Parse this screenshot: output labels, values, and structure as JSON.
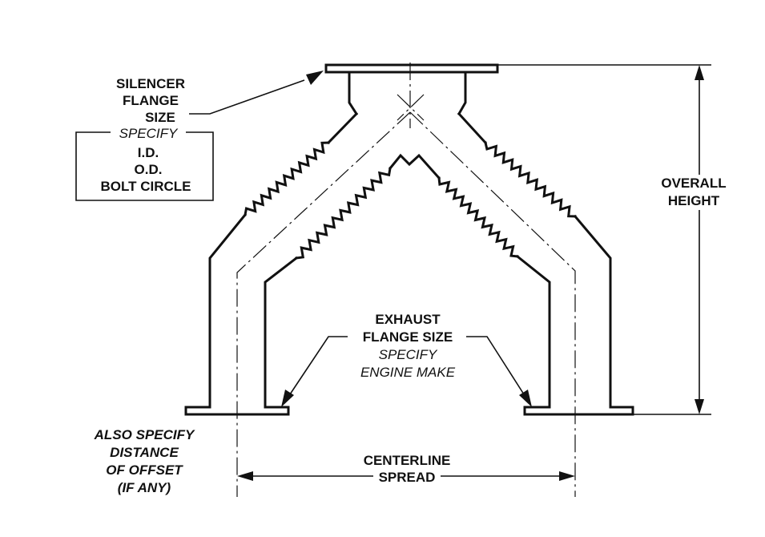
{
  "labels": {
    "silencer_flange_line1": "SILENCER",
    "silencer_flange_line2": "FLANGE",
    "silencer_flange_line3": "SIZE",
    "specify": "SPECIFY",
    "id": "I.D.",
    "od": "O.D.",
    "bolt_circle": "BOLT CIRCLE",
    "overall_height_line1": "OVERALL",
    "overall_height_line2": "HEIGHT",
    "exhaust_line1": "EXHAUST",
    "exhaust_line2": "FLANGE SIZE",
    "exhaust_specify": "SPECIFY",
    "engine_make": "ENGINE MAKE",
    "offset_line1": "ALSO SPECIFY",
    "offset_line2": "DISTANCE",
    "offset_line3": "OF OFFSET",
    "offset_line4": "(IF ANY)",
    "centerline_line1": "CENTERLINE",
    "centerline_line2": "SPREAD"
  }
}
